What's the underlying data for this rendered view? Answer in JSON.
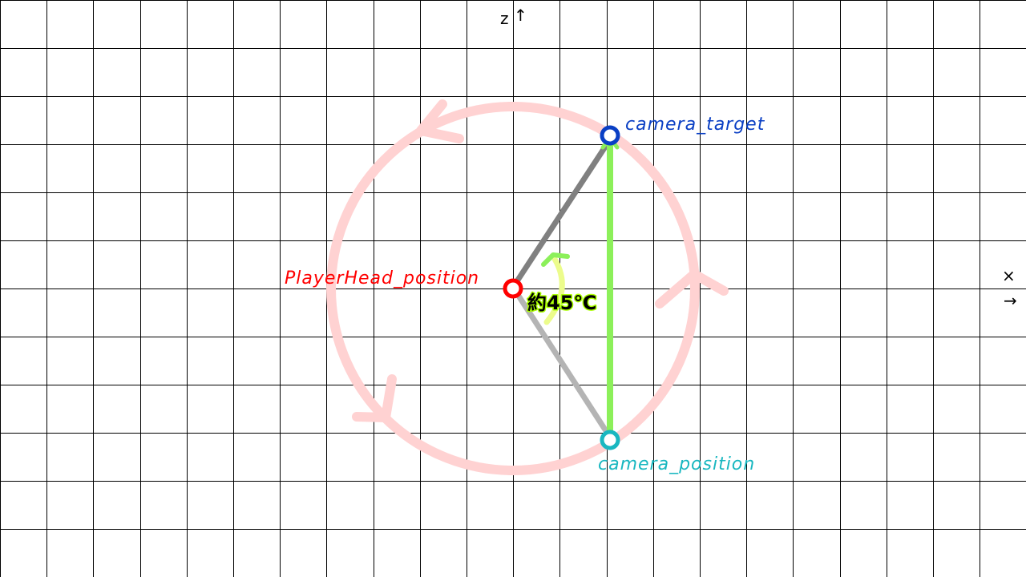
{
  "axes": {
    "z_label": "z",
    "z_arrow": "↑",
    "x_label": "×",
    "x_arrow": "→"
  },
  "points": {
    "player_head": "PlayerHead_position",
    "camera_target": "camera_target",
    "camera_position": "camera_position"
  },
  "angle_label": "約45℃",
  "colors": {
    "grid": "#000000",
    "orbit": "#ffd2d2",
    "player_head": "#ff0000",
    "camera_target": "#0a3fc4",
    "camera_position": "#19b7c0",
    "view_line": "#8cf05a",
    "angle_arc": "#ecfc8c",
    "angle_text_outline": "#aaff00",
    "ray_upper": "#808080",
    "ray_lower": "#b4b4b4"
  }
}
